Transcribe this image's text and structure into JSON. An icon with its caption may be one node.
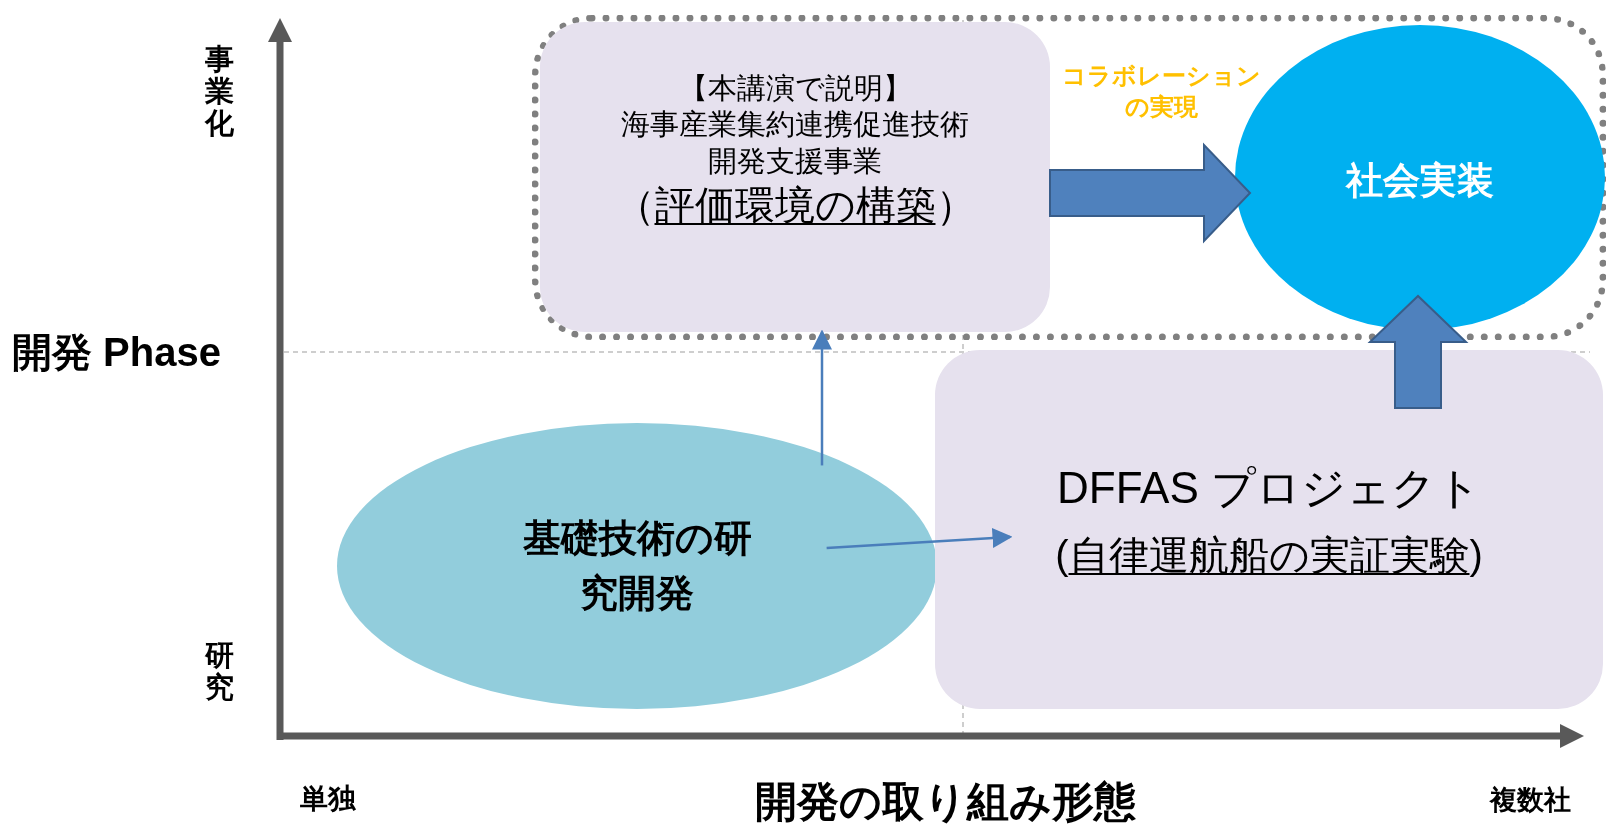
{
  "diagram": {
    "nodes": [
      {
        "text": [
          "コラボレーションの実現"
        ]
      },
      {
        "text": [
          "【本講演で説明】",
          "海事産業集約連携促進技術開発支援事業",
          "（評価環境の構築）"
        ],
        "in": 0
      },
      {
        "text": [
          "社会実装"
        ],
        "in": 0
      },
      {
        "text": [
          "基礎技術の研究開発"
        ]
      },
      {
        "text": [
          "DFFAS プロジェクト",
          "(自律運航船の実証実験)"
        ]
      }
    ],
    "edges": [
      {
        "from": 1,
        "to": 2,
        "arrow": "to",
        "style": "thick"
      },
      {
        "from": 4,
        "to": 2,
        "arrow": "to",
        "style": "thick"
      },
      {
        "from": 3,
        "to": 1,
        "arrow": "to"
      },
      {
        "from": 3,
        "to": 4,
        "arrow": "to"
      }
    ],
    "labels": [
      "事業化",
      "開発 Phase",
      "研究",
      "単独",
      "開発の取り組み形態",
      "複数社"
    ]
  }
}
